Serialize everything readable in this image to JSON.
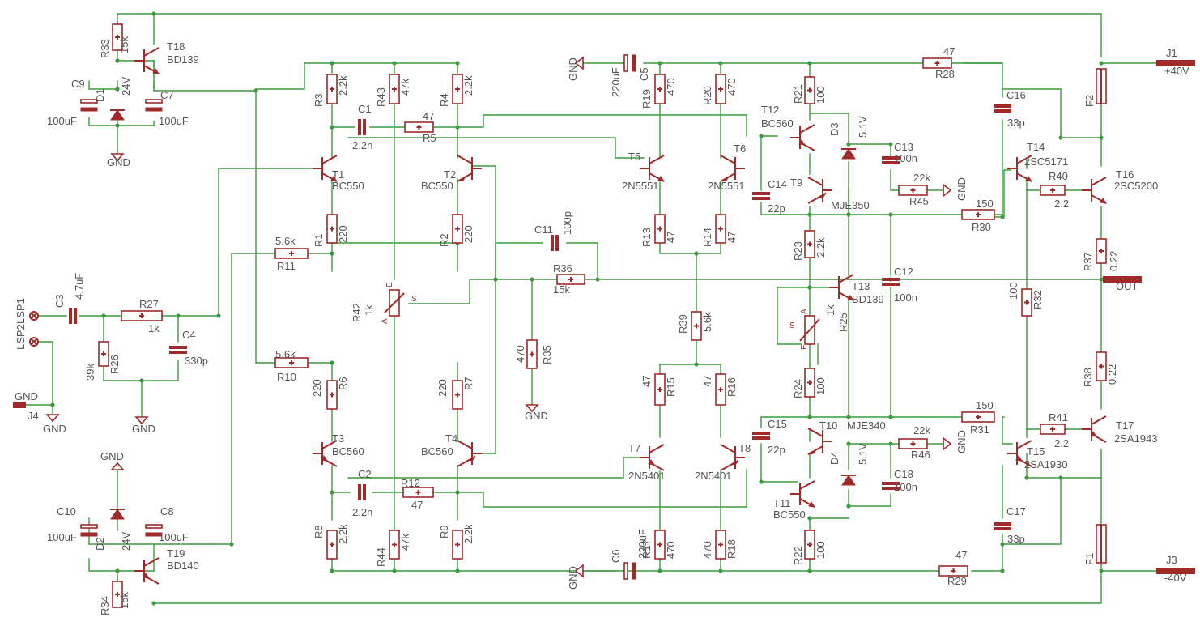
{
  "schematic": {
    "colors": {
      "wire": "#3c9b3c",
      "part": "#a02a2a",
      "label": "#555555"
    },
    "resistors": [
      {
        "n": "R33",
        "v": "15k"
      },
      {
        "n": "R34",
        "v": "15k"
      },
      {
        "n": "R3",
        "v": "2.2k"
      },
      {
        "n": "R43",
        "v": "47k"
      },
      {
        "n": "R4",
        "v": "2.2k"
      },
      {
        "n": "R5",
        "v": "47"
      },
      {
        "n": "R1",
        "v": "220"
      },
      {
        "n": "R2",
        "v": "220"
      },
      {
        "n": "R11",
        "v": "5.6k"
      },
      {
        "n": "R10",
        "v": "5.6k"
      },
      {
        "n": "R6",
        "v": "220"
      },
      {
        "n": "R7",
        "v": "220"
      },
      {
        "n": "R12",
        "v": "47"
      },
      {
        "n": "R8",
        "v": "2.2k"
      },
      {
        "n": "R44",
        "v": "47k"
      },
      {
        "n": "R9",
        "v": "2.2k"
      },
      {
        "n": "R27",
        "v": "1k"
      },
      {
        "n": "R26",
        "v": "39k"
      },
      {
        "n": "R36",
        "v": "15k"
      },
      {
        "n": "R35",
        "v": "470"
      },
      {
        "n": "R19",
        "v": "470"
      },
      {
        "n": "R20",
        "v": "470"
      },
      {
        "n": "R13",
        "v": "47"
      },
      {
        "n": "R14",
        "v": "47"
      },
      {
        "n": "R39",
        "v": "5.6k"
      },
      {
        "n": "R15",
        "v": "47"
      },
      {
        "n": "R16",
        "v": "47"
      },
      {
        "n": "R17",
        "v": "470"
      },
      {
        "n": "R18",
        "v": "470"
      },
      {
        "n": "R21",
        "v": "100"
      },
      {
        "n": "R23",
        "v": "2.2k"
      },
      {
        "n": "R24",
        "v": "100"
      },
      {
        "n": "R22",
        "v": "100"
      },
      {
        "n": "R28",
        "v": "47"
      },
      {
        "n": "R29",
        "v": "47"
      },
      {
        "n": "R45",
        "v": "22k"
      },
      {
        "n": "R46",
        "v": "22k"
      },
      {
        "n": "R30",
        "v": "150"
      },
      {
        "n": "R31",
        "v": "150"
      },
      {
        "n": "R40",
        "v": "2.2"
      },
      {
        "n": "R41",
        "v": "2.2"
      },
      {
        "n": "R32",
        "v": "100"
      },
      {
        "n": "R37",
        "v": "0.22"
      },
      {
        "n": "R38",
        "v": "0.22"
      }
    ],
    "capacitors": [
      {
        "n": "C9",
        "v": "100uF"
      },
      {
        "n": "C7",
        "v": "100uF"
      },
      {
        "n": "C10",
        "v": "100uF"
      },
      {
        "n": "C8",
        "v": "100uF"
      },
      {
        "n": "C1",
        "v": "2.2n"
      },
      {
        "n": "C2",
        "v": "2.2n"
      },
      {
        "n": "C3",
        "v": "4.7uF"
      },
      {
        "n": "C4",
        "v": "330p"
      },
      {
        "n": "C11",
        "v": "100p"
      },
      {
        "n": "C5",
        "v": "220uF"
      },
      {
        "n": "C6",
        "v": "220uF"
      },
      {
        "n": "C13",
        "v": "100n"
      },
      {
        "n": "C18",
        "v": "100n"
      },
      {
        "n": "C14",
        "v": "22p"
      },
      {
        "n": "C15",
        "v": "22p"
      },
      {
        "n": "C12",
        "v": "100n"
      },
      {
        "n": "C16",
        "v": "33p"
      },
      {
        "n": "C17",
        "v": "33p"
      }
    ],
    "transistors": [
      {
        "n": "T18",
        "v": "BD139"
      },
      {
        "n": "T19",
        "v": "BD140"
      },
      {
        "n": "T1",
        "v": "BC550"
      },
      {
        "n": "T2",
        "v": "BC550"
      },
      {
        "n": "T3",
        "v": "BC560"
      },
      {
        "n": "T4",
        "v": "BC560"
      },
      {
        "n": "T5",
        "v": "2N5551"
      },
      {
        "n": "T6",
        "v": "2N5551"
      },
      {
        "n": "T7",
        "v": "2N5401"
      },
      {
        "n": "T8",
        "v": "2N5401"
      },
      {
        "n": "T12",
        "v": "BC560"
      },
      {
        "n": "T9",
        "v": "MJE350"
      },
      {
        "n": "T13",
        "v": "BD139"
      },
      {
        "n": "T10",
        "v": "MJE340"
      },
      {
        "n": "T11",
        "v": "BC550"
      },
      {
        "n": "T14",
        "v": "2SC5171"
      },
      {
        "n": "T15",
        "v": "2SA1930"
      },
      {
        "n": "T16",
        "v": "2SC5200"
      },
      {
        "n": "T17",
        "v": "2SA1943"
      }
    ],
    "diodes": [
      {
        "n": "D1",
        "v": "24V"
      },
      {
        "n": "D2",
        "v": "24V"
      },
      {
        "n": "D3",
        "v": "5.1V"
      },
      {
        "n": "D4",
        "v": "5.1V"
      }
    ],
    "pots": [
      {
        "n": "R42",
        "v": "1k"
      },
      {
        "n": "R25",
        "v": "1k"
      }
    ],
    "fuses": [
      {
        "n": "F1"
      },
      {
        "n": "F2"
      }
    ],
    "gnd": "GND",
    "pin_letters": {
      "e": "E",
      "a": "A",
      "s": "S"
    },
    "connectors": {
      "j1": {
        "n": "J1",
        "v": "+40V"
      },
      "j3": {
        "n": "J3",
        "v": "-40V"
      },
      "j4": {
        "n": "J4",
        "v": "GND"
      },
      "out": "OUT",
      "lsp1": "LSP1",
      "lsp2": "LSP2"
    }
  }
}
